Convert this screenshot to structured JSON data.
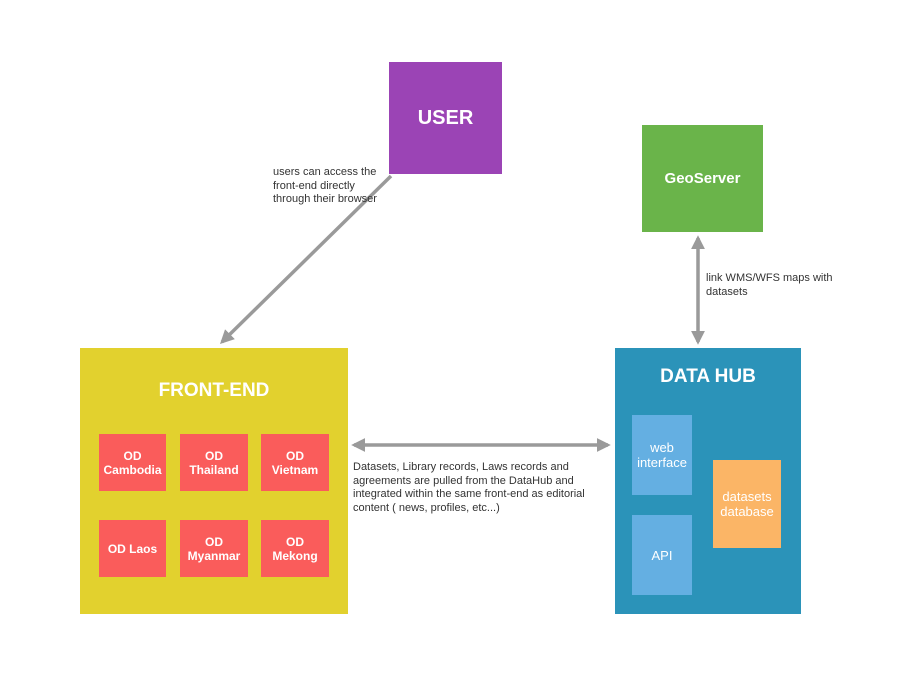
{
  "nodes": {
    "user": "USER",
    "geoserver": "GeoServer",
    "frontend": "FRONT-END",
    "datahub": "DATA HUB",
    "web_interface": "web interface",
    "api": "API",
    "datasets_database": "datasets database"
  },
  "od_sites": [
    {
      "line1": "OD",
      "line2": "Cambodia"
    },
    {
      "line1": "OD",
      "line2": "Thailand"
    },
    {
      "line1": "OD",
      "line2": "Vietnam"
    },
    {
      "line1": "OD Laos",
      "line2": ""
    },
    {
      "line1": "OD",
      "line2": "Myanmar"
    },
    {
      "line1": "OD",
      "line2": "Mekong"
    }
  ],
  "annotations": {
    "user_access": "users can access the front-end directly through their browser",
    "geoserver_link": "link WMS/WFS maps with datasets",
    "datahub_pull": "Datasets, Library records, Laws records and agreements are pulled from the DataHub and integrated within the same front-end as editorial content ( news, profiles, etc...)"
  },
  "colors": {
    "user": "#9b44b5",
    "geoserver": "#6ab44a",
    "frontend": "#e2d12e",
    "od_site": "#fa5c5b",
    "datahub": "#2b93b9",
    "inner_box": "#64afe2",
    "database": "#fbb566",
    "arrow": "#9a9a9a"
  }
}
